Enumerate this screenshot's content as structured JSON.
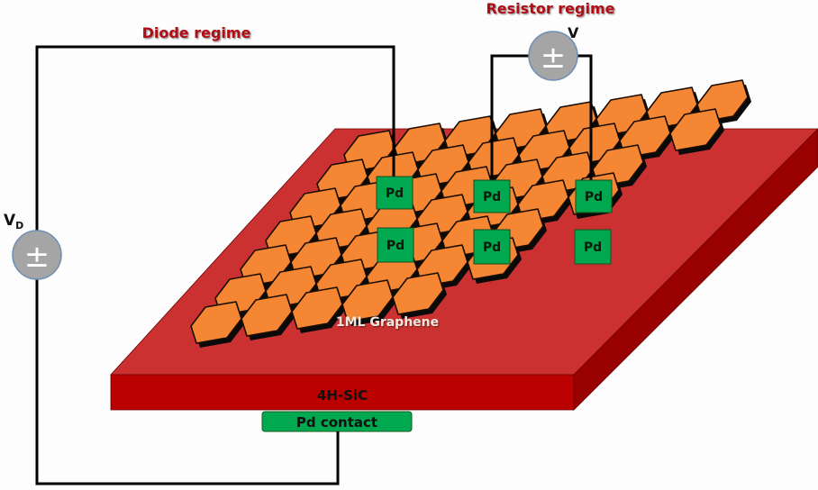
{
  "labels": {
    "diode_regime": "Diode  regime",
    "resistor_regime": "Resistor regime",
    "v_source": "V",
    "vd_source_main": "V",
    "vd_source_sub": "D",
    "graphene": "1ML Graphene",
    "substrate": "4H-SiC",
    "back_contact": "Pd contact",
    "source_symbol": "±"
  },
  "pads": [
    {
      "label": "Pd",
      "row": 1,
      "col": 1
    },
    {
      "label": "Pd",
      "row": 1,
      "col": 2
    },
    {
      "label": "Pd",
      "row": 1,
      "col": 3
    },
    {
      "label": "Pd",
      "row": 2,
      "col": 1
    },
    {
      "label": "Pd",
      "row": 2,
      "col": 2
    },
    {
      "label": "Pd",
      "row": 2,
      "col": 3
    }
  ],
  "colors": {
    "title_red": "#b01016",
    "slab_top": "#cc3131",
    "slab_front": "#bb0000",
    "slab_side": "#990000",
    "graphene_orange": "#f58634",
    "pd_green": "#00a84f",
    "source_gray": "#a5a5a5",
    "wire": "#000000"
  }
}
